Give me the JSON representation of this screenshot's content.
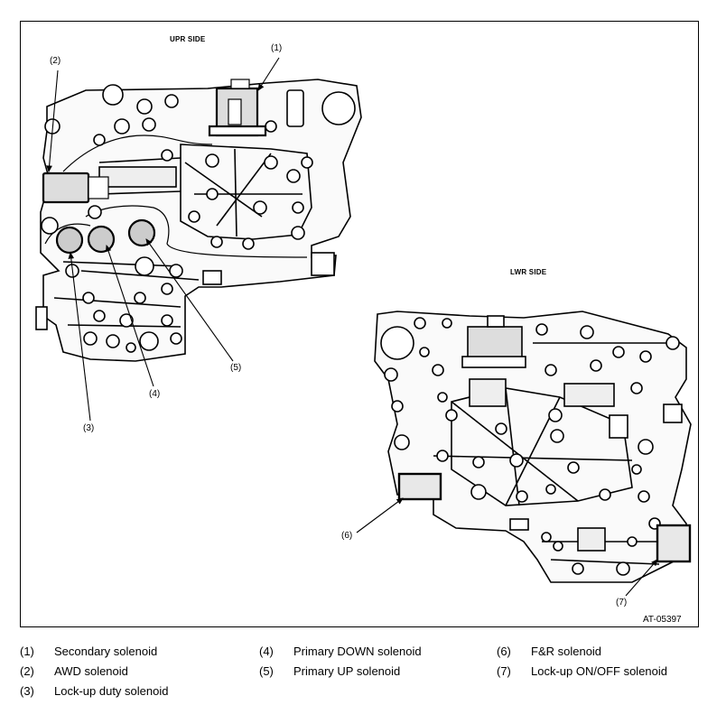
{
  "labels": {
    "upr_side": "UPR SIDE",
    "lwr_side": "LWR SIDE",
    "figure_code": "AT-05397"
  },
  "callouts": [
    {
      "id": "1",
      "text": "(1)"
    },
    {
      "id": "2",
      "text": "(2)"
    },
    {
      "id": "3",
      "text": "(3)"
    },
    {
      "id": "4",
      "text": "(4)"
    },
    {
      "id": "5",
      "text": "(5)"
    },
    {
      "id": "6",
      "text": "(6)"
    },
    {
      "id": "7",
      "text": "(7)"
    }
  ],
  "legend": [
    {
      "num": "(1)",
      "name": "Secondary solenoid"
    },
    {
      "num": "(2)",
      "name": "AWD solenoid"
    },
    {
      "num": "(3)",
      "name": "Lock-up duty solenoid"
    },
    {
      "num": "(4)",
      "name": "Primary DOWN solenoid"
    },
    {
      "num": "(5)",
      "name": "Primary UP solenoid"
    },
    {
      "num": "(6)",
      "name": "F&R solenoid"
    },
    {
      "num": "(7)",
      "name": "Lock-up ON/OFF solenoid"
    }
  ]
}
